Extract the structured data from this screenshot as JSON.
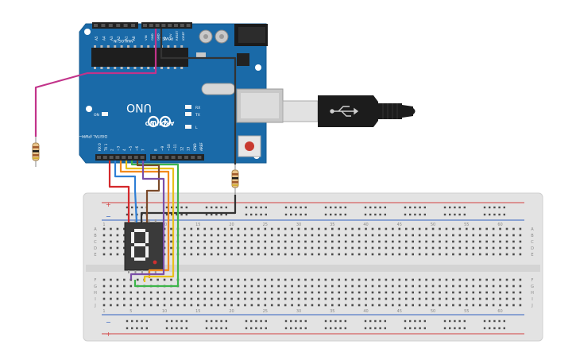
{
  "arduino": {
    "brand": "ARDUINO",
    "model": "UNO",
    "analog_label": "ANALOG IN",
    "power_label": "POWER",
    "digital_label": "DIGITAL (PWM~)",
    "analog_pins": [
      "A5",
      "A4",
      "A3",
      "A2",
      "A1",
      "A0"
    ],
    "power_pins": [
      "VIN",
      "GND",
      "GND",
      "5V",
      "3.3V",
      "RESET",
      "IOREF"
    ],
    "digital_pins_right": [
      "AREF",
      "GND",
      "13",
      "12",
      "~11",
      "~10",
      "~9",
      "8"
    ],
    "digital_pins_left": [
      "7",
      "~6",
      "~5",
      "4",
      "~3",
      "2",
      "TX 1",
      "RX 0"
    ],
    "led_labels": [
      "ON",
      "L",
      "TX",
      "RX"
    ]
  },
  "breadboard": {
    "column_numbers": [
      "1",
      "5",
      "10",
      "15",
      "20",
      "25",
      "30",
      "35",
      "40",
      "45",
      "50",
      "55",
      "60"
    ],
    "top_row_letters": [
      "A",
      "B",
      "C",
      "D",
      "E"
    ],
    "bottom_row_letters": [
      "F",
      "G",
      "H",
      "I",
      "J"
    ],
    "rail_plus": "+",
    "rail_minus": "−"
  },
  "display": {
    "digit": "8."
  },
  "colors": {
    "board": "#1a6aa8",
    "wire_magenta": "#c2338a",
    "wire_black": "#333333",
    "wire_red": "#d4282b",
    "wire_blue": "#2f7fd6",
    "wire_orange": "#f28a1d",
    "wire_yellow": "#e8c11a",
    "wire_green": "#3db54a",
    "wire_brown": "#7a4a2a",
    "wire_purple": "#7b4ea8"
  }
}
